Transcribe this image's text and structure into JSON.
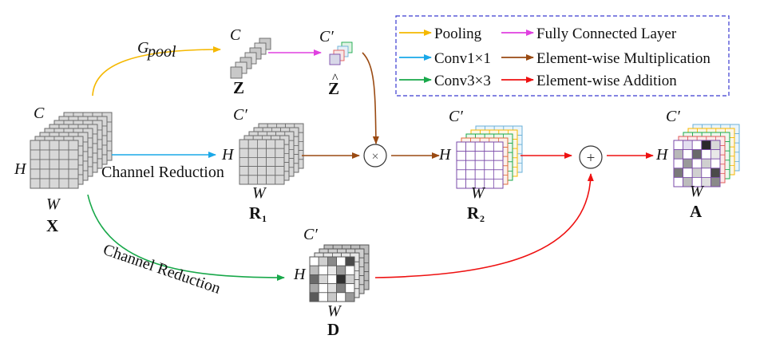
{
  "labels": {
    "c": "C",
    "c_prime": "C′",
    "h": "H",
    "w": "W",
    "g_pool_main": "G",
    "g_pool_sub": "pool",
    "x": "X",
    "z": "Z",
    "z_hat": "Z",
    "z_hat_accent": "^",
    "r1_main": "R",
    "r1_sub": "1",
    "r2_main": "R",
    "r2_sub": "2",
    "d": "D",
    "a": "A",
    "channel_reduction_top": "Channel Reduction",
    "channel_reduction_bottom": "Channel Reduction",
    "multiply_symbol": "×",
    "add_symbol": "+"
  },
  "legend": {
    "items": [
      {
        "label": "Pooling",
        "color": "#f5b800"
      },
      {
        "label": "Fully Connected Layer",
        "color": "#e040e0"
      },
      {
        "label": "Conv1×1",
        "color": "#1aa8e8"
      },
      {
        "label": "Element-wise Multiplication",
        "color": "#9a4a12"
      },
      {
        "label": "Conv3×3",
        "color": "#18a84a"
      },
      {
        "label": "Element-wise Addition",
        "color": "#ee1111"
      }
    ],
    "border_color": "#3a3ad0"
  },
  "colors": {
    "pooling": "#f5b800",
    "fc": "#e040e0",
    "conv1": "#1aa8e8",
    "mult": "#9a4a12",
    "conv3": "#18a84a",
    "add": "#ee1111",
    "grid_fill": "#d8d8d8",
    "grid_stroke": "#6a6a6a",
    "r2_front_stroke": "#7a4aa8",
    "a_front_stroke": "#7a4aa8"
  }
}
